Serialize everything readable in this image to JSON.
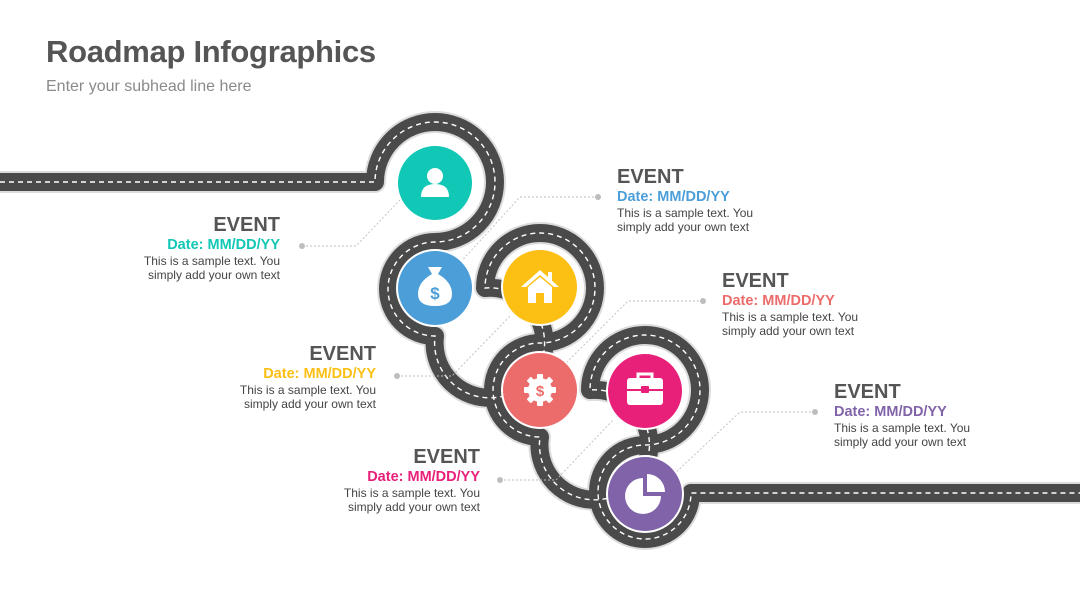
{
  "header": {
    "title": "Roadmap Infographics",
    "subtitle": "Enter your subhead line here"
  },
  "road": {
    "asphalt_color": "#4a4a4a",
    "border_color": "#dcdcdc",
    "lane_color": "#ffffff"
  },
  "milestones": [
    {
      "icon": "user-icon",
      "color": "#11c7b5",
      "side": "left",
      "event": "EVENT",
      "date": "Date: MM/DD/YY",
      "text1": "This is a sample text. You",
      "text2": "simply add your own text"
    },
    {
      "icon": "money-bag-icon",
      "color": "#4b9ed8",
      "side": "right",
      "event": "EVENT",
      "date": "Date: MM/DD/YY",
      "text1": "This is a sample text. You",
      "text2": "simply add your own text"
    },
    {
      "icon": "home-icon",
      "color": "#fcbf14",
      "side": "left",
      "event": "EVENT",
      "date": "Date: MM/DD/YY",
      "text1": "This is a sample text. You",
      "text2": "simply add your own text"
    },
    {
      "icon": "gear-dollar-icon",
      "color": "#ec6b6b",
      "side": "right",
      "event": "EVENT",
      "date": "Date: MM/DD/YY",
      "text1": "This is a sample text. You",
      "text2": "simply add your own text"
    },
    {
      "icon": "briefcase-icon",
      "color": "#e8207a",
      "side": "left",
      "event": "EVENT",
      "date": "Date: MM/DD/YY",
      "text1": "This is a sample text. You",
      "text2": "simply add your own text"
    },
    {
      "icon": "pie-chart-icon",
      "color": "#8063a8",
      "side": "right",
      "event": "EVENT",
      "date": "Date: MM/DD/YY",
      "text1": "This is a sample text. You",
      "text2": "simply add your own text"
    }
  ]
}
